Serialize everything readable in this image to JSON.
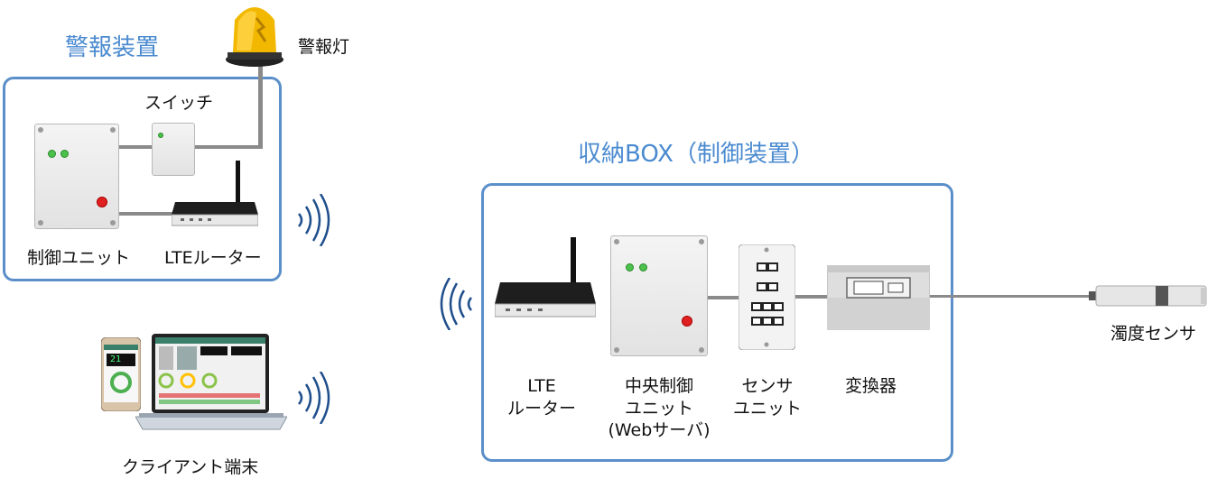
{
  "alarm_group": {
    "title": "警報装置",
    "alarm_light": "警報灯",
    "switch": "スイッチ",
    "control_unit": "制御ユニット",
    "lte_router": "LTEルーター"
  },
  "client": {
    "label": "クライアント端末",
    "phone_reading": "21"
  },
  "storage_group": {
    "title": "収納BOX（制御装置）",
    "lte_router_line1": "LTE",
    "lte_router_line2": "ルーター",
    "central_line1": "中央制御",
    "central_line2": "ユニット",
    "central_line3": "(Webサーバ)",
    "sensor_unit_line1": "センサ",
    "sensor_unit_line2": "ユニット",
    "converter": "変換器"
  },
  "turbidity_sensor": "濁度センサ",
  "colors": {
    "group_border": "#5b8fc9",
    "group_title": "#4a8ad0",
    "wire": "#8a8a8a",
    "wifi": "#1f4e8c"
  }
}
